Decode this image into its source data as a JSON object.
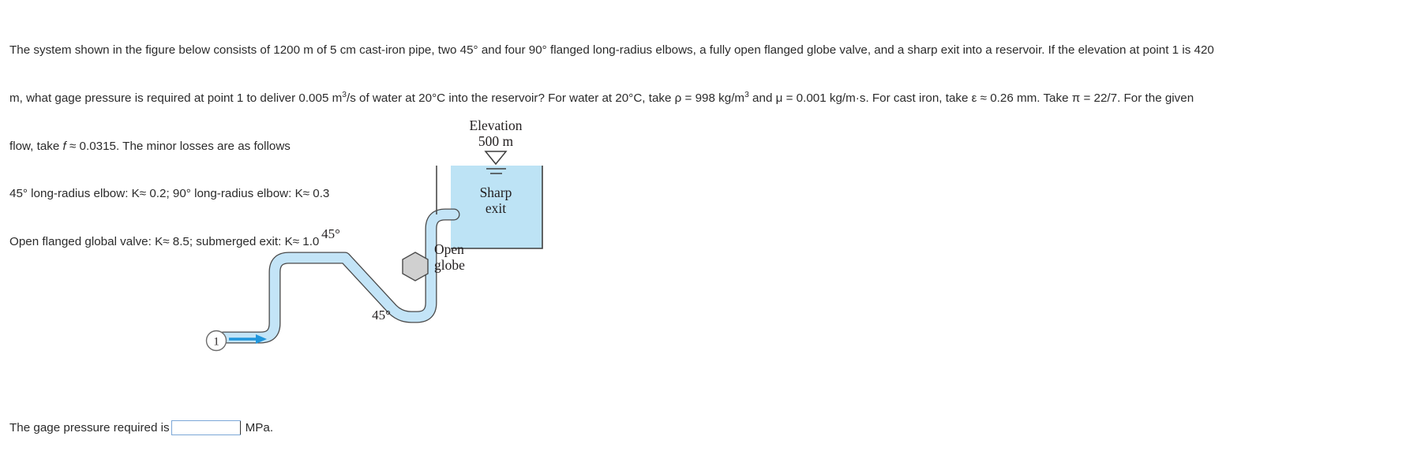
{
  "problem": {
    "line1_a": "The system shown in the figure below consists of 1200 m of 5 cm cast-iron pipe, two 45",
    "line1_b": " and four 90",
    "line1_c": " flanged long-radius elbows, a fully open flanged globe valve, and a sharp exit into a reservoir. If the elevation at point 1 is 420",
    "line2_a": "m, what gage pressure is required at point 1 to deliver 0.005 m",
    "line2_exp1": "3",
    "line2_b": "/s of water at 20°C into the reservoir? For water at 20°C, take ρ = 998 kg/m",
    "line2_exp2": "3",
    "line2_c": " and μ = 0.001 kg/m·s. For cast iron, take ε ≈ 0.26 mm. Take π = 22/7. For the given",
    "line3_a": "flow, take ",
    "line3_f": "f",
    "line3_b": " ≈ 0.0315. The minor losses are as follows",
    "line4": "45° long-radius elbow: K≈ 0.2;   90° long-radius elbow: K≈ 0.3",
    "line5": "Open flanged global valve: K≈ 8.5;   submerged exit: K≈ 1.0",
    "degree": "°"
  },
  "figure": {
    "elevation_label_line1": "Elevation",
    "elevation_label_line2": "500 m",
    "sharp_exit_line1": "Sharp",
    "sharp_exit_line2": "exit",
    "open_globe_line1": "Open",
    "open_globe_line2": "globe",
    "angle_upper": "45°",
    "angle_lower": "45°",
    "point_label": "1",
    "colors": {
      "water_fill": "#bde3f5",
      "pipe_fill": "#c3e4f7",
      "pipe_stroke": "#4a4a4a",
      "valve_fill": "#d0d0d0",
      "valve_stroke": "#4a4a4a",
      "arrow": "#2196dc",
      "reservoir_wall": "#3f3f3f"
    }
  },
  "answer": {
    "label": "The gage pressure required is",
    "value": "",
    "placeholder": "",
    "unit": "MPa."
  }
}
